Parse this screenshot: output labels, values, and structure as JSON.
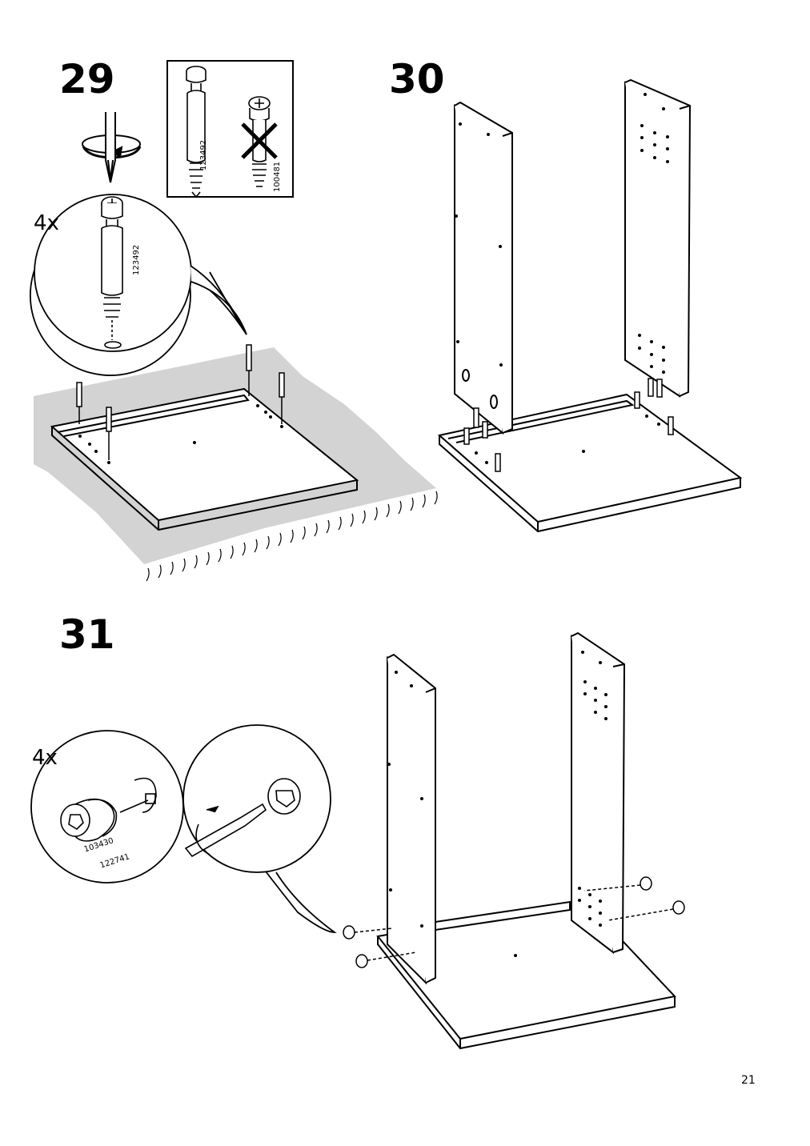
{
  "page": {
    "number": "21"
  },
  "steps": [
    {
      "number": "29",
      "quantity": "4x",
      "callout_part": "123492",
      "comparison": {
        "correct_part": "123492",
        "wrong_part": "100481"
      }
    },
    {
      "number": "30"
    },
    {
      "number": "31",
      "quantity": "4x",
      "parts": [
        "103430",
        "122741"
      ]
    }
  ],
  "icons": [
    "screwdriver-icon",
    "rotate-arrow-icon",
    "dowel-screw-icon",
    "cross-mark-icon",
    "cam-lock-icon",
    "flathead-screwdriver-icon"
  ]
}
